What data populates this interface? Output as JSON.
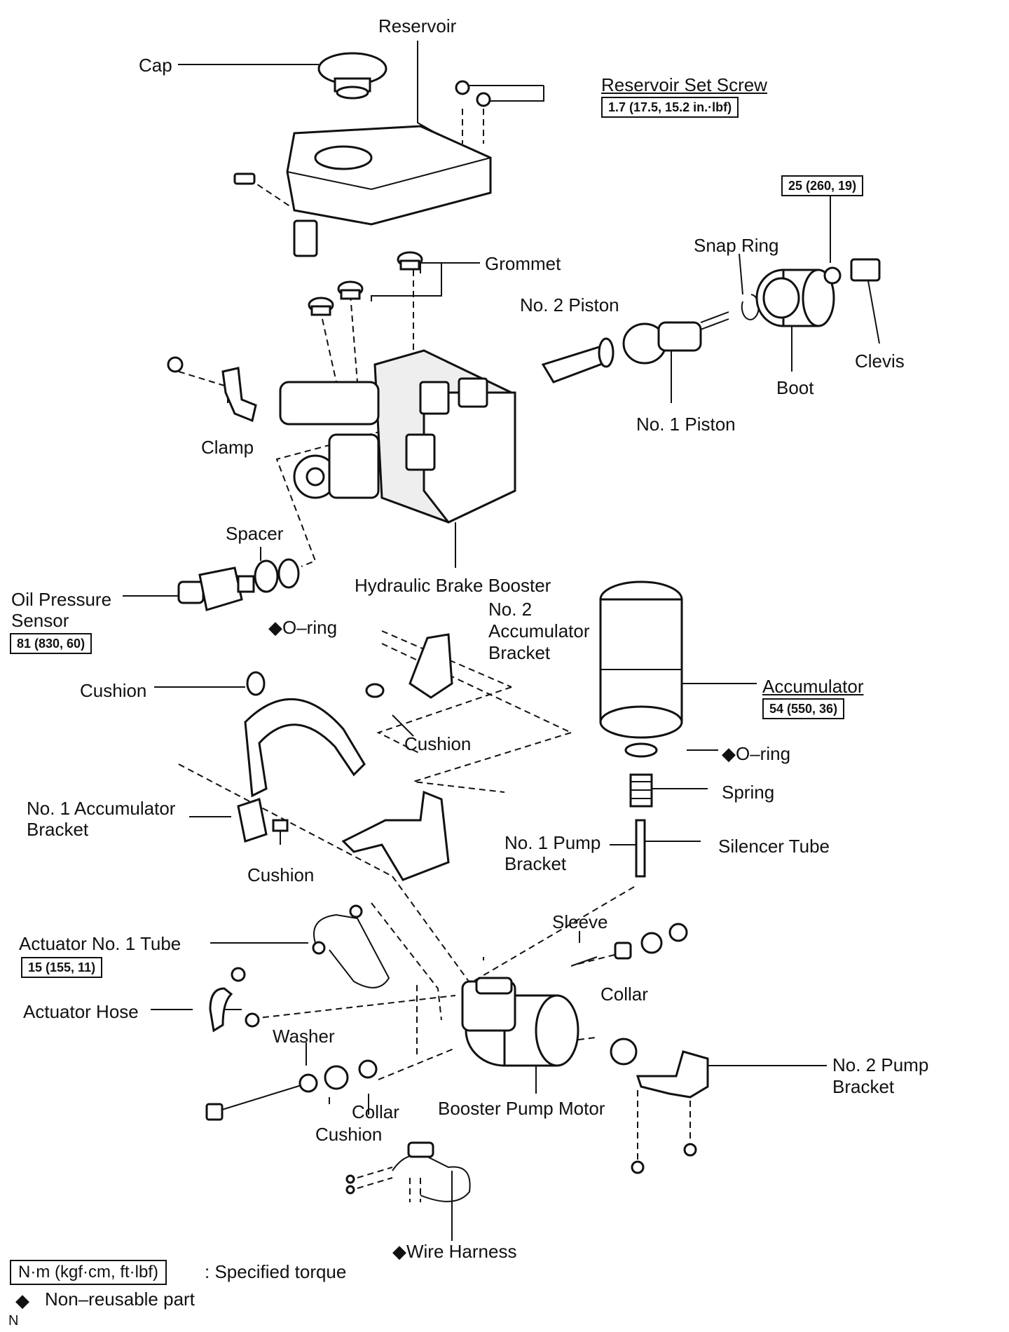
{
  "labels": {
    "reservoir": "Reservoir",
    "cap": "Cap",
    "reservoir_set_screw": "Reservoir Set Screw",
    "grommet": "Grommet",
    "snap_ring": "Snap Ring",
    "no2_piston": "No. 2 Piston",
    "clevis": "Clevis",
    "boot": "Boot",
    "no1_piston": "No. 1 Piston",
    "clamp": "Clamp",
    "spacer": "Spacer",
    "hydraulic_brake_booster": "Hydraulic Brake Booster",
    "oil_pressure_sensor_1": "Oil Pressure",
    "oil_pressure_sensor_2": "Sensor",
    "o_ring_1": "◆O–ring",
    "no2_accumulator_bracket_1": "No. 2",
    "no2_accumulator_bracket_2": "Accumulator",
    "no2_accumulator_bracket_3": "Bracket",
    "accumulator": "Accumulator",
    "cushion_1": "Cushion",
    "cushion_2": "Cushion",
    "o_ring_2": "◆O–ring",
    "spring": "Spring",
    "no1_accumulator_bracket_1": "No. 1 Accumulator",
    "no1_accumulator_bracket_2": "Bracket",
    "no1_pump_bracket_1": "No. 1 Pump",
    "no1_pump_bracket_2": "Bracket",
    "silencer_tube": "Silencer Tube",
    "cushion_3": "Cushion",
    "sleeve": "Sleeve",
    "actuator_no1_tube": "Actuator No. 1 Tube",
    "collar_1": "Collar",
    "actuator_hose": "Actuator Hose",
    "washer": "Washer",
    "no2_pump_bracket_1": "No. 2 Pump",
    "no2_pump_bracket_2": "Bracket",
    "collar_2": "Collar",
    "booster_pump_motor": "Booster Pump Motor",
    "cushion_4": "Cushion",
    "wire_harness": "◆Wire Harness"
  },
  "torques": {
    "reservoir_set_screw": "1.7 (17.5, 15.2 in.·lbf)",
    "clevis_nut": "25 (260, 19)",
    "oil_pressure_sensor": "81 (830, 60)",
    "accumulator": "54 (550, 36)",
    "actuator_no1_tube": "15 (155, 11)"
  },
  "legend": {
    "torque_box": "N·m (kgf·cm, ft·lbf)",
    "torque_text": ": Specified torque",
    "nonreusable_symbol": "◆",
    "nonreusable_text": "Non–reusable part"
  },
  "corner_mark": "N"
}
